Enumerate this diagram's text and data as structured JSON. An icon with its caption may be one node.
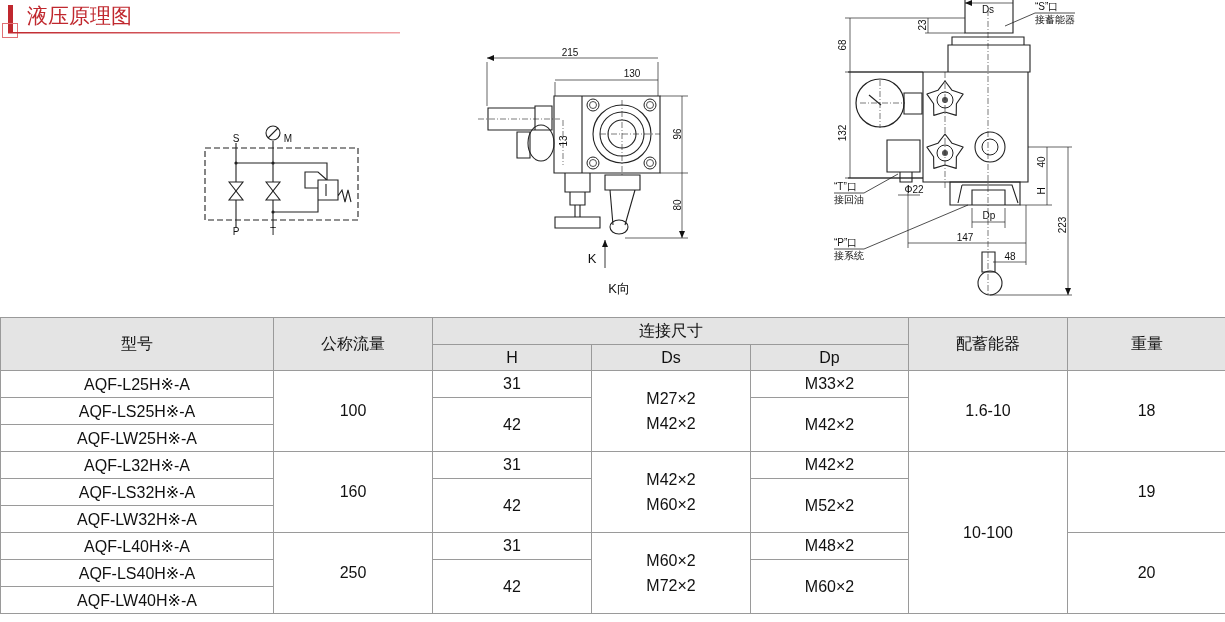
{
  "diagram": {
    "title": "液压原理图",
    "nodes": [
      {
        "text": [
          "“S”口",
          "接蓄能器"
        ]
      },
      {
        "text": [
          "“T”口",
          "接回油"
        ]
      },
      {
        "text": [
          "“P”口",
          "接系统"
        ]
      }
    ],
    "edges": [
      {
        "from": 0,
        "to": null,
        "arrow": "none"
      },
      {
        "from": 1,
        "to": null,
        "arrow": "none"
      },
      {
        "from": 2,
        "to": null,
        "arrow": "none"
      }
    ],
    "labels": [
      "S",
      "M",
      "P",
      "T",
      "215",
      "130",
      "13",
      "96",
      "80",
      "K",
      "K向",
      "Ds",
      "23",
      "68",
      "132",
      "40",
      "H",
      "Φ22",
      "Dp",
      "147",
      "223",
      "48",
      "型号",
      "公称流量",
      "连接尺寸",
      "配蓄能器",
      "重量",
      "H",
      "Ds",
      "Dp",
      "AQF-L25H※-A",
      "31",
      "M33×2",
      "AQF-LS25H※-A",
      "100",
      "M27×2 M42×2",
      "1.6-10",
      "18",
      "42",
      "M42×2",
      "AQF-LW25H※-A",
      "AQF-L32H※-A",
      "31",
      "M42×2",
      "AQF-LS32H※-A",
      "160",
      "M42×2 M60×2",
      "19",
      "42",
      "M52×2",
      "AQF-LW32H※-A",
      "10-100",
      "AQF-L40H※-A",
      "31",
      "M48×2",
      "AQF-LS40H※-A",
      "250",
      "M60×2 M72×2",
      "20",
      "42",
      "M60×2",
      "AQF-LW40H※-A"
    ]
  }
}
